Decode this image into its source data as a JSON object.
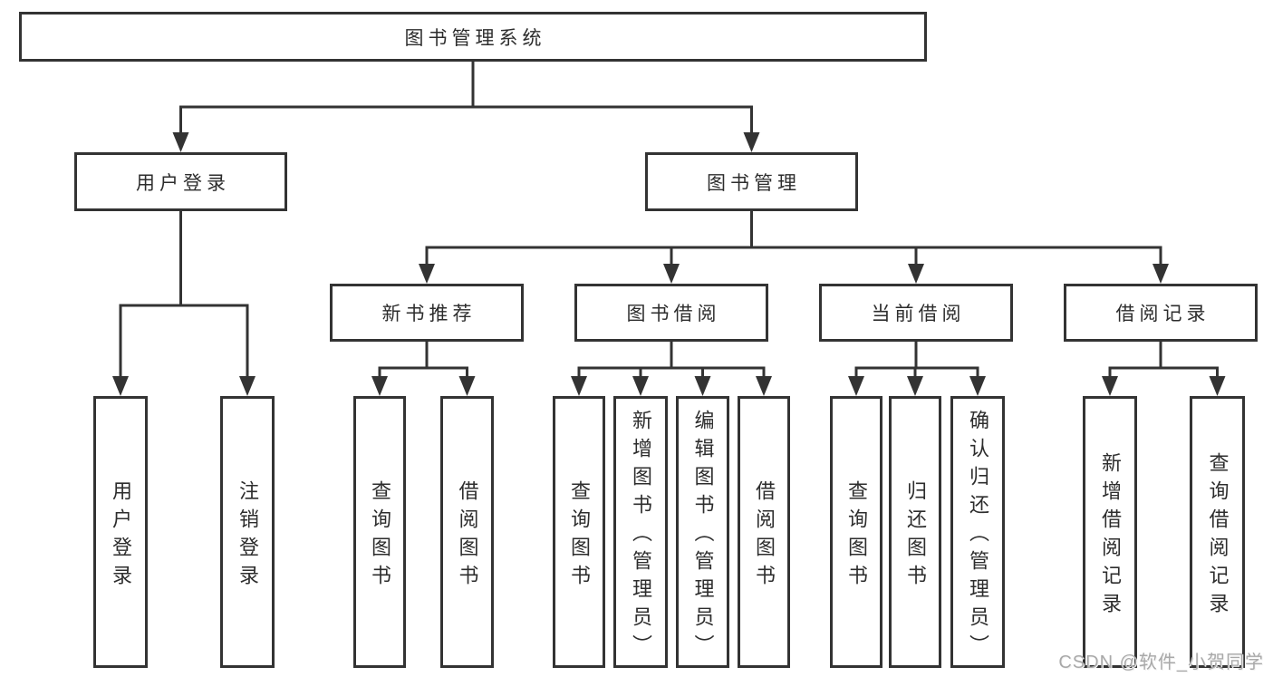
{
  "diagram_title": "图书管理系统",
  "watermark": "CSDN @软件_小贺同学",
  "colors": {
    "background": "#ffffff",
    "box_background": "#ffffff",
    "line": "#333333",
    "text": "#2d2d2d",
    "watermark": "#a9a9a9"
  },
  "nodes": {
    "root": {
      "label": "图书管理系统"
    },
    "user_login": {
      "label": "用户登录"
    },
    "book_mgmt": {
      "label": "图书管理"
    },
    "login": {
      "label": "用户登录"
    },
    "logout": {
      "label": "注销登录"
    },
    "new_book_rec": {
      "label": "新书推荐"
    },
    "book_borrow": {
      "label": "图书借阅"
    },
    "current_borrow": {
      "label": "当前借阅"
    },
    "borrow_record": {
      "label": "借阅记录"
    },
    "nbr_query": {
      "label": "查询图书"
    },
    "nbr_borrow": {
      "label": "借阅图书"
    },
    "bb_query": {
      "label": "查询图书"
    },
    "bb_add": {
      "label": "新增图书（管理员）"
    },
    "bb_edit": {
      "label": "编辑图书（管理员）"
    },
    "bb_borrow": {
      "label": "借阅图书"
    },
    "cb_query": {
      "label": "查询图书"
    },
    "cb_return": {
      "label": "归还图书"
    },
    "cb_confirm": {
      "label": "确认归还（管理员）"
    },
    "br_add": {
      "label": "新增借阅记录"
    },
    "br_query": {
      "label": "查询借阅记录"
    }
  },
  "edges": [
    {
      "parent": "root",
      "children": [
        "user_login",
        "book_mgmt"
      ]
    },
    {
      "parent": "user_login",
      "children": [
        "login",
        "logout"
      ]
    },
    {
      "parent": "book_mgmt",
      "children": [
        "new_book_rec",
        "book_borrow",
        "current_borrow",
        "borrow_record"
      ]
    },
    {
      "parent": "new_book_rec",
      "children": [
        "nbr_query",
        "nbr_borrow"
      ]
    },
    {
      "parent": "book_borrow",
      "children": [
        "bb_query",
        "bb_add",
        "bb_edit",
        "bb_borrow"
      ]
    },
    {
      "parent": "current_borrow",
      "children": [
        "cb_query",
        "cb_return",
        "cb_confirm"
      ]
    },
    {
      "parent": "borrow_record",
      "children": [
        "br_add",
        "br_query"
      ]
    }
  ]
}
